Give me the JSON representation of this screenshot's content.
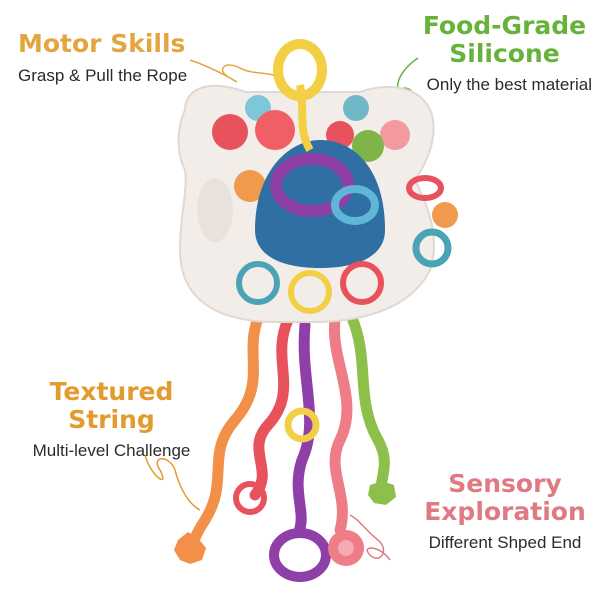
{
  "callouts": {
    "motor": {
      "title": "Motor Skills",
      "subtitle": "Grasp & Pull the Rope"
    },
    "food": {
      "title_line1": "Food-Grade",
      "title_line2": "Silicone",
      "subtitle": "Only the best material"
    },
    "string": {
      "title": "Textured String",
      "subtitle": "Multi-level Challenge"
    },
    "sensory": {
      "title_line1": "Sensory",
      "title_line2": "Exploration",
      "subtitle": "Different Shped End"
    }
  },
  "colors": {
    "motor": "#e4a53f",
    "food": "#67b23b",
    "string": "#e39a2e",
    "sensory": "#e07a82",
    "toy_body": "#f2ede9",
    "dome": "#2f6fa3"
  }
}
